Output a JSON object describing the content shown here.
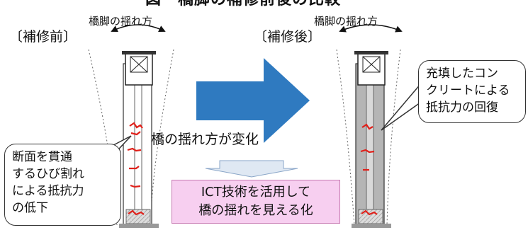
{
  "header": {
    "title": "図　橋脚の補修前後の比較"
  },
  "sway_label": "橋脚の揺れ方",
  "before": {
    "label": "〔補修前〕"
  },
  "after": {
    "label": "〔補修後〕"
  },
  "center": {
    "change_text": "橋の揺れ方が変化",
    "ict_line1": "ICT技術を活用して",
    "ict_line2": "橋の揺れを見える化"
  },
  "callout_left": {
    "lines": [
      "断面を貫通",
      "するひび割れ",
      "による抵抗力",
      "の低下"
    ]
  },
  "callout_right": {
    "lines": [
      "充填したコン",
      "クリートによる",
      "抵抗力の回復"
    ]
  },
  "colors": {
    "arrow_blue": "#2f7ac0",
    "crack_red": "#e0201a",
    "ict_pink": "#f7cff0",
    "concrete_gray": "#b5b5b5"
  }
}
